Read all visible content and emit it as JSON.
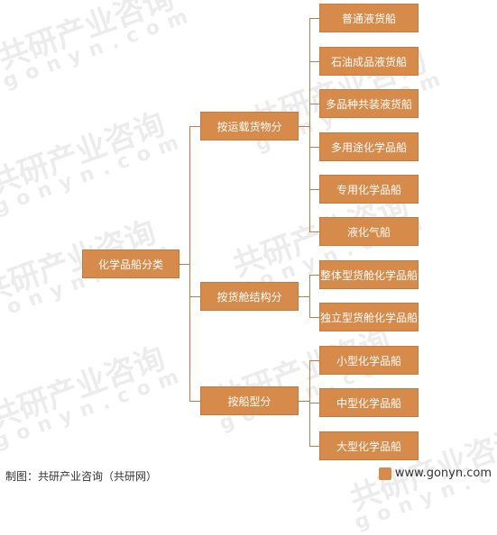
{
  "diagram": {
    "root": "化学品船分类",
    "branches": [
      {
        "label": "按运载货物分",
        "children": [
          "普通液货船",
          "石油成品液货船",
          "多品种共装液货船",
          "多用途化学品船",
          "专用化学品船",
          "液化气船"
        ]
      },
      {
        "label": "按货舱结构分",
        "children": [
          "整体型货舱化学品船",
          "独立型货舱化学品船"
        ]
      },
      {
        "label": "按船型分",
        "children": [
          "小型化学品船",
          "中型化学品船",
          "大型化学品船"
        ]
      }
    ]
  },
  "watermark": {
    "text_cn": "共研产业咨询",
    "text_en": "gonyn.com"
  },
  "footer": {
    "source": "制图：共研产业咨询（共研网）",
    "site": "www.gonyn.com"
  },
  "colors": {
    "node_fill": "#d68b4a",
    "connector": "#c07a45"
  }
}
